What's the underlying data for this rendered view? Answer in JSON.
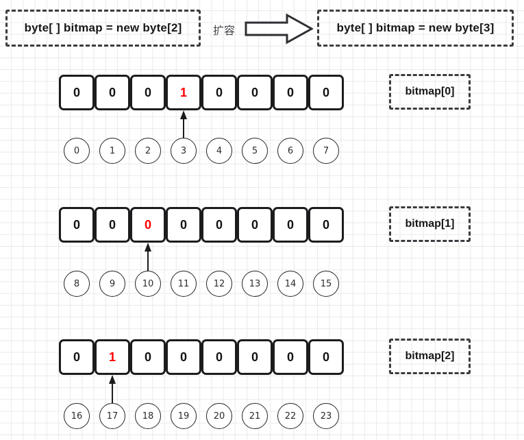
{
  "header": {
    "before_box": "byte[ ]  bitmap = new byte[2]",
    "transform_label": "扩容",
    "after_box": "byte[ ]  bitmap = new byte[3]",
    "arrow_icon": "block-right-arrow-icon"
  },
  "rows": [
    {
      "label": "bitmap[0]",
      "cells": [
        "0",
        "0",
        "0",
        "1",
        "0",
        "0",
        "0",
        "0"
      ],
      "highlight_index": 3,
      "indices": [
        "0",
        "1",
        "2",
        "3",
        "4",
        "5",
        "6",
        "7"
      ],
      "arrow_from_index": 3
    },
    {
      "label": "bitmap[1]",
      "cells": [
        "0",
        "0",
        "0",
        "0",
        "0",
        "0",
        "0",
        "0"
      ],
      "highlight_index": 2,
      "indices": [
        "8",
        "9",
        "10",
        "11",
        "12",
        "13",
        "14",
        "15"
      ],
      "arrow_from_index": 2
    },
    {
      "label": "bitmap[2]",
      "cells": [
        "0",
        "1",
        "0",
        "0",
        "0",
        "0",
        "0",
        "0"
      ],
      "highlight_index": 1,
      "indices": [
        "16",
        "17",
        "18",
        "19",
        "20",
        "21",
        "22",
        "23"
      ],
      "arrow_from_index": 1
    }
  ],
  "colors": {
    "highlight": "#ff0000",
    "stroke": "#1c1c1f",
    "dashed_stroke": "#3b3b40",
    "grid": "#e9e9e9",
    "background": "#ffffff"
  }
}
